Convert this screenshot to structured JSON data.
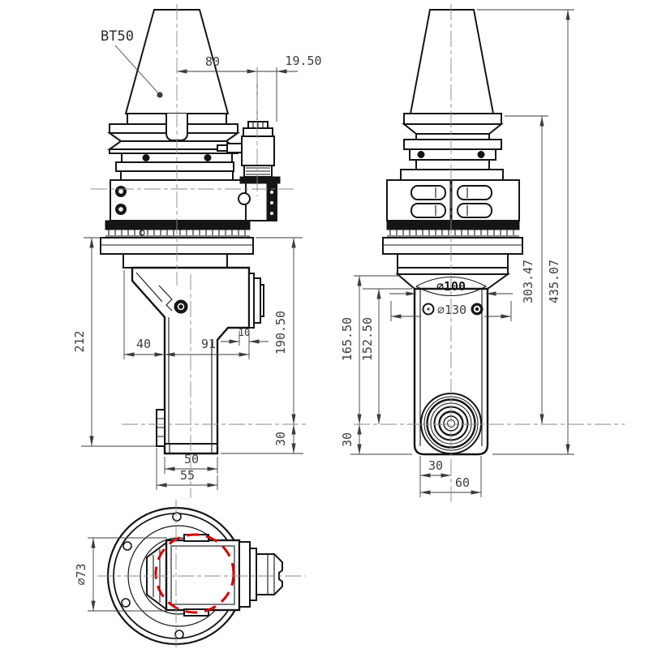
{
  "front_view": {
    "label_taper": "BT50",
    "dim_head_width": "80",
    "dim_head_offset": "19.50",
    "dim_left_height": "212",
    "dim_base_left": "40",
    "dim_base_right": "91",
    "dim_nose_step": "10",
    "dim_right_height": "190.50",
    "dim_axis_to_bottom": "30",
    "dim_foot_inner": "50",
    "dim_foot_outer": "55"
  },
  "side_view": {
    "dim_flange_to_axis": "303.47",
    "dim_overall_height": "435.07",
    "dim_ring_to_axis": "165.50",
    "dim_column_to_axis": "152.50",
    "dim_boss_diameter": "∅100",
    "dim_bolt_circle": "∅130",
    "dim_axis_to_base": "30",
    "dim_center_to_edge": "30",
    "dim_column_width": "60"
  },
  "bottom_view": {
    "dim_clamp_circle": "∅73"
  },
  "colors": {
    "outline": "#151515",
    "dimension": "#3d3d3d",
    "accent_red": "#d40000"
  }
}
